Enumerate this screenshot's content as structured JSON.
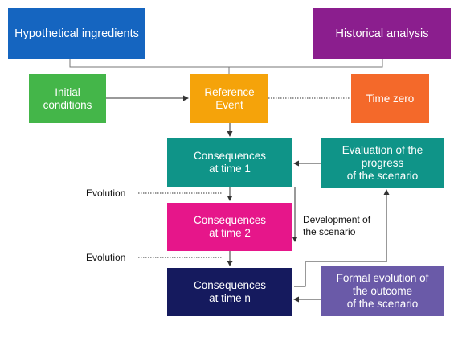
{
  "colors": {
    "blue": "#1565c0",
    "purple": "#8b1e8e",
    "green": "#44b649",
    "amber": "#f5a30a",
    "orange": "#f4692a",
    "teal": "#0f9488",
    "magenta": "#e6168a",
    "navy": "#151a5e",
    "lavender": "#6a5aa8"
  },
  "nodes": {
    "hypothetical": "Hypothetical ingredients",
    "historical": "Historical analysis",
    "initial": "Initial\nconditions",
    "reference": "Reference\nEvent",
    "timezero": "Time zero",
    "cons1": "Consequences\nat time 1",
    "evaluation": "Evaluation of the\nprogress\nof the scenario",
    "cons2": "Consequences\nat time 2",
    "consn": "Consequences\nat time n",
    "formal": "Formal evolution of\nthe outcome\nof the scenario"
  },
  "labels": {
    "evolution1": "Evolution",
    "evolution2": "Evolution",
    "development": "Development of\nthe scenario"
  }
}
